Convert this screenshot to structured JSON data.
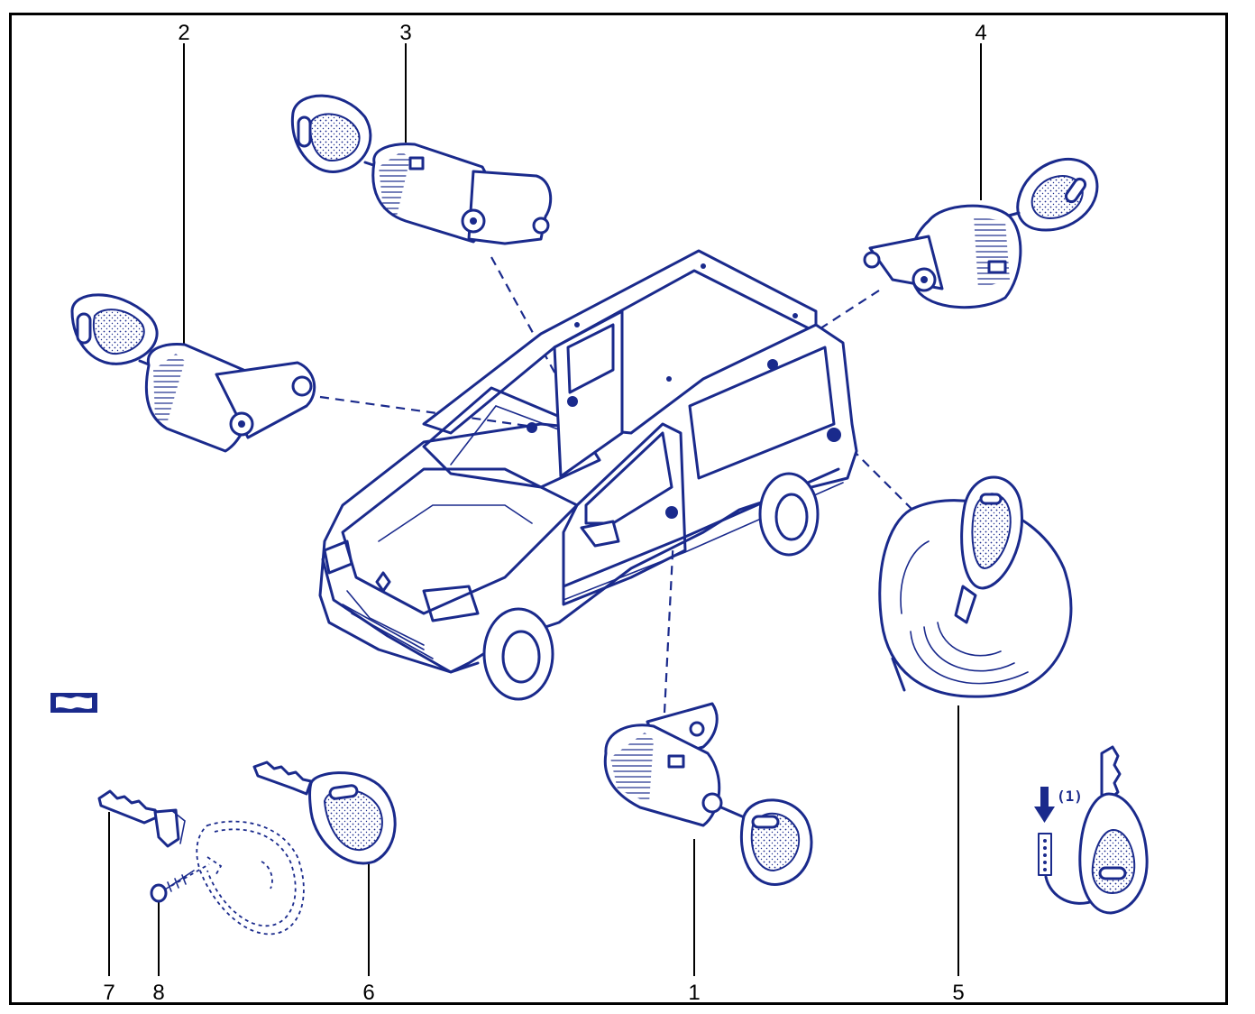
{
  "callouts": [
    {
      "id": "1",
      "label": "1"
    },
    {
      "id": "2",
      "label": "2"
    },
    {
      "id": "3",
      "label": "3"
    },
    {
      "id": "4",
      "label": "4"
    },
    {
      "id": "5",
      "label": "5"
    },
    {
      "id": "6",
      "label": "6"
    },
    {
      "id": "7",
      "label": "7"
    },
    {
      "id": "8",
      "label": "8"
    }
  ],
  "programming_note": "(1)",
  "icons": {
    "vehicle": "van-icon",
    "badge": "key-set-badge-icon",
    "arrow": "arrow-down-icon"
  },
  "colors": {
    "ink": "#1a2a8c",
    "frame": "#000000"
  }
}
